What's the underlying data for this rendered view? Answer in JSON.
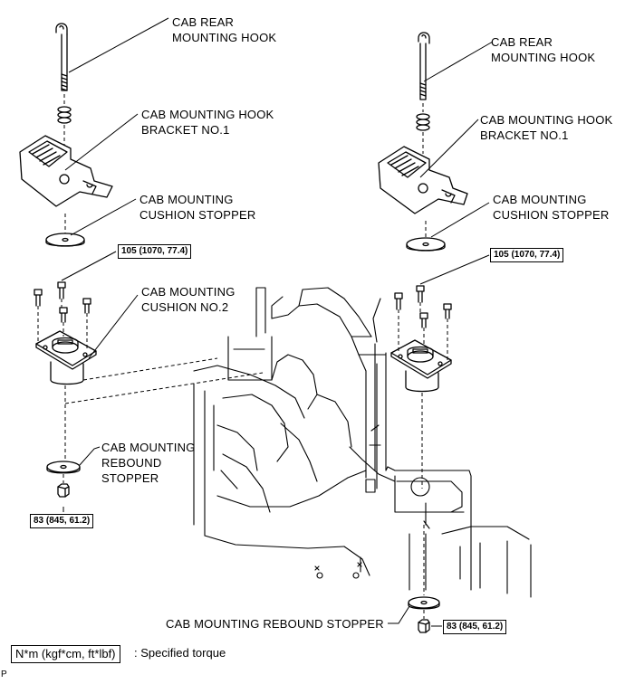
{
  "labels": {
    "left_hook": [
      "CAB REAR",
      "MOUNTING HOOK"
    ],
    "left_bracket": [
      "CAB MOUNTING HOOK",
      "BRACKET NO.1"
    ],
    "left_cushion_stopper": [
      "CAB MOUNTING",
      "CUSHION STOPPER"
    ],
    "left_cushion": [
      "CAB MOUNTING",
      "CUSHION NO.2"
    ],
    "left_rebound": [
      "CAB MOUNTING",
      "REBOUND",
      "STOPPER"
    ],
    "right_hook": [
      "CAB REAR",
      "MOUNTING HOOK"
    ],
    "right_bracket": [
      "CAB MOUNTING HOOK",
      "BRACKET NO.1"
    ],
    "right_cushion_stopper": [
      "CAB MOUNTING",
      "CUSHION STOPPER"
    ],
    "right_rebound": "CAB MOUNTING REBOUND STOPPER"
  },
  "torque": {
    "left_bolts": "105 (1070, 77.4)",
    "right_bolts": "105 (1070, 77.4)",
    "left_nut": "83 (845, 61.2)",
    "right_nut": "83 (845, 61.2)"
  },
  "legend": {
    "unit": "N*m (kgf*cm, ft*lbf)",
    "text": ": Specified torque"
  },
  "footer_code": "P"
}
